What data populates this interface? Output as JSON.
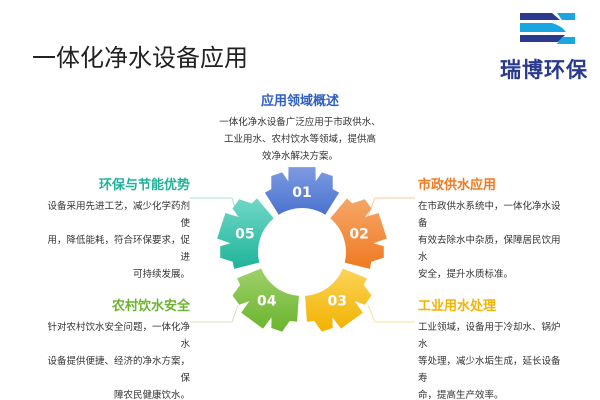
{
  "title": "一体化净水设备应用",
  "logo": {
    "text": "瑞博环保",
    "colors": {
      "dark": "#2a3a8c",
      "light": "#1aa6e0"
    }
  },
  "overview": {
    "title": "应用领域概述",
    "lines": [
      "一体化净水设备广泛应用于市政供水、",
      "工业用水、农村饮水等领域，提供高",
      "效净水解决方案。"
    ],
    "color": "#2f5fc4"
  },
  "segments": [
    {
      "num": "01",
      "color": "#4a72d0",
      "light": "#7d9be0"
    },
    {
      "num": "02",
      "color": "#f07a22",
      "light": "#f5a668"
    },
    {
      "num": "03",
      "color": "#f2b200",
      "light": "#fbd45a"
    },
    {
      "num": "04",
      "color": "#6ab42e",
      "light": "#9ed16a"
    },
    {
      "num": "05",
      "color": "#1fb39a",
      "light": "#6fd8c6"
    }
  ],
  "sections": {
    "s02": {
      "title": "市政供水应用",
      "color": "#f07a22",
      "lines": [
        "在市政供水系统中，一体化净水设备",
        "有效去除水中杂质，保障居民饮用水",
        "安全，提升水质标准。"
      ]
    },
    "s03": {
      "title": "工业用水处理",
      "color": "#f2b200",
      "lines": [
        "工业领域，设备用于冷却水、锅炉水",
        "等处理，减少水垢生成，延长设备寿",
        "命，提高生产效率。"
      ]
    },
    "s04": {
      "title": "农村饮水安全",
      "color": "#6ab42e",
      "lines": [
        "针对农村饮水安全问题，一体化净水",
        "设备提供便捷、经济的净水方案，保",
        "障农民健康饮水。"
      ]
    },
    "s05": {
      "title": "环保与节能优势",
      "color": "#1fb39a",
      "lines": [
        "设备采用先进工艺，减少化学药剂使",
        "用，降低能耗，符合环保要求，促进",
        "可持续发展。"
      ]
    }
  }
}
